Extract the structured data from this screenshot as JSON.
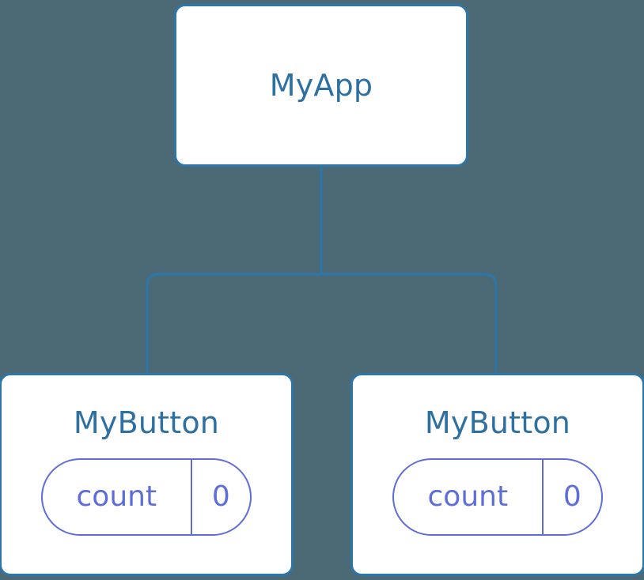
{
  "diagram": {
    "type": "component-tree",
    "background_color": "#4c6a76",
    "node_border_color": "#2e75a8",
    "node_title_color": "#2e70a0",
    "state_accent_color": "#5e6dd8",
    "connector_color": "#2e75a8",
    "root": {
      "title": "MyApp"
    },
    "children": [
      {
        "title": "MyButton",
        "state": {
          "key": "count",
          "value": "0"
        }
      },
      {
        "title": "MyButton",
        "state": {
          "key": "count",
          "value": "0"
        }
      }
    ]
  }
}
